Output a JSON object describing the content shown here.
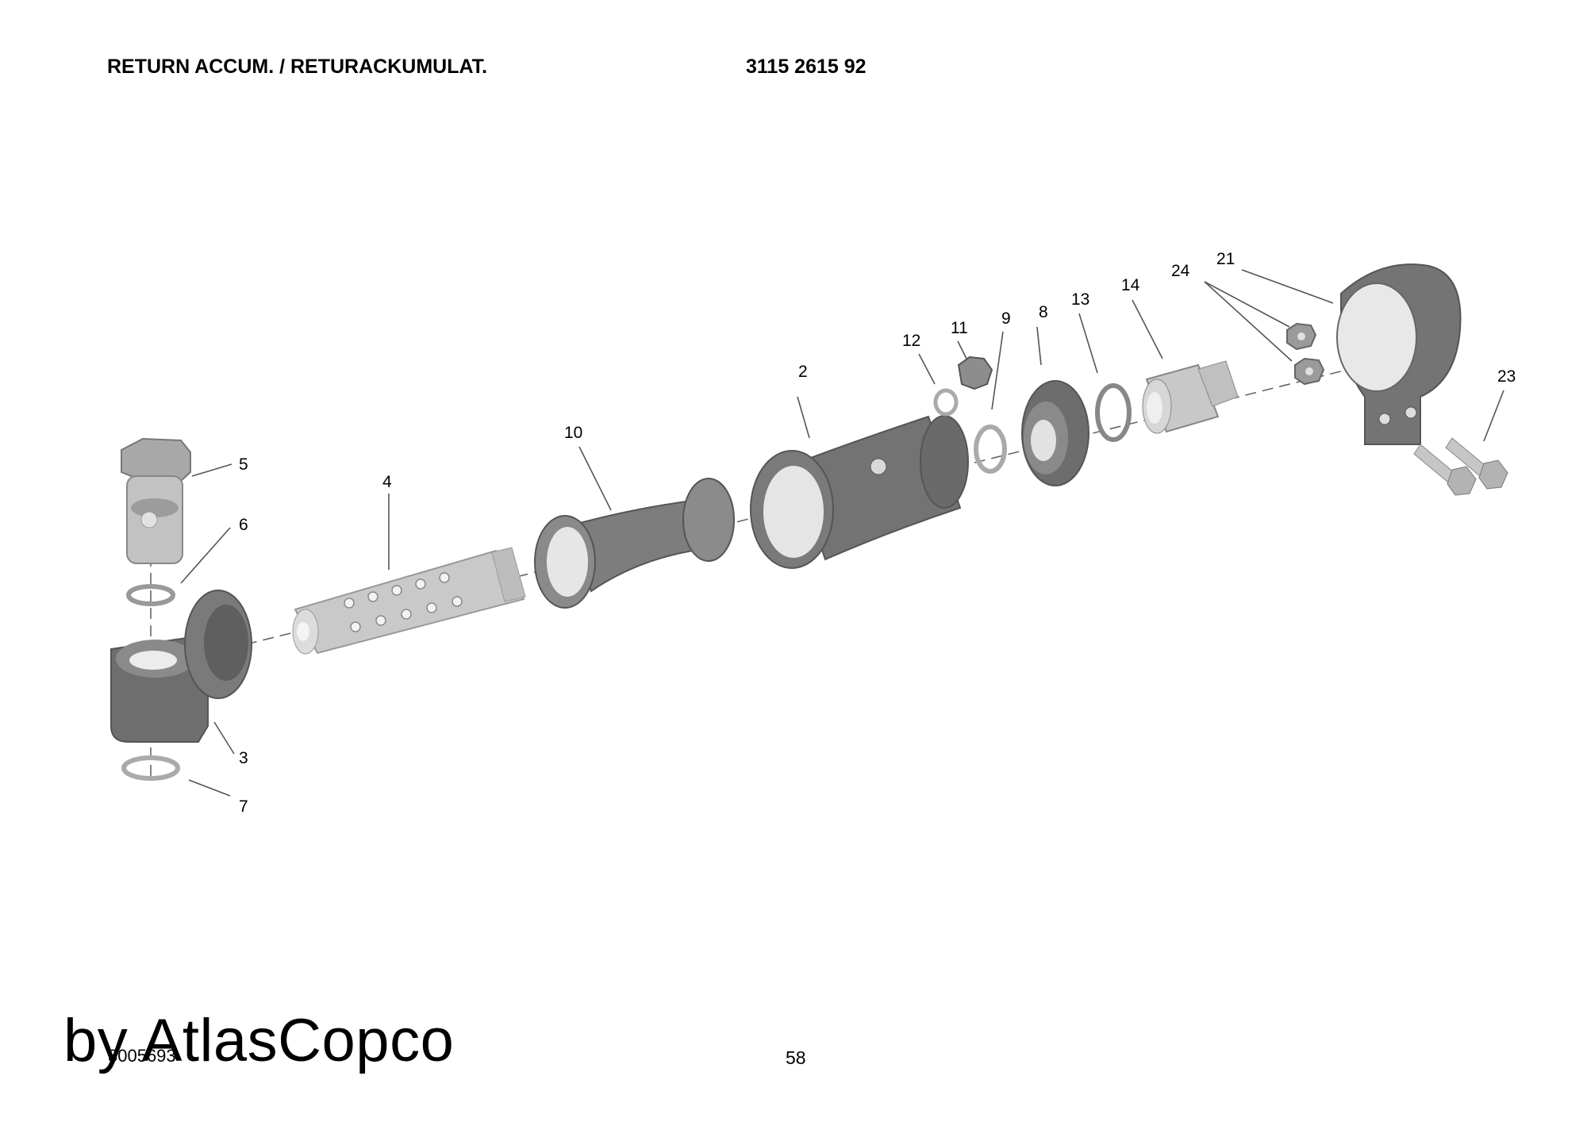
{
  "header": {
    "title": "RETURN ACCUM. / RETURACKUMULAT.",
    "part_number": "3115 2615 92"
  },
  "callouts": {
    "c2": "2",
    "c3": "3",
    "c4": "4",
    "c5": "5",
    "c6": "6",
    "c7": "7",
    "c8": "8",
    "c9": "9",
    "c10": "10",
    "c11": "11",
    "c12": "12",
    "c13": "13",
    "c14": "14",
    "c21": "21",
    "c23": "23",
    "c24": "24"
  },
  "footer": {
    "watermark": "by AtlasCopco",
    "doc_id": "3005693",
    "page": "58"
  },
  "colors": {
    "part_dark": "#6f6f6f",
    "part_mid": "#8e8e8e",
    "part_light": "#c4c4c4",
    "bore": "#e6e6e6"
  }
}
